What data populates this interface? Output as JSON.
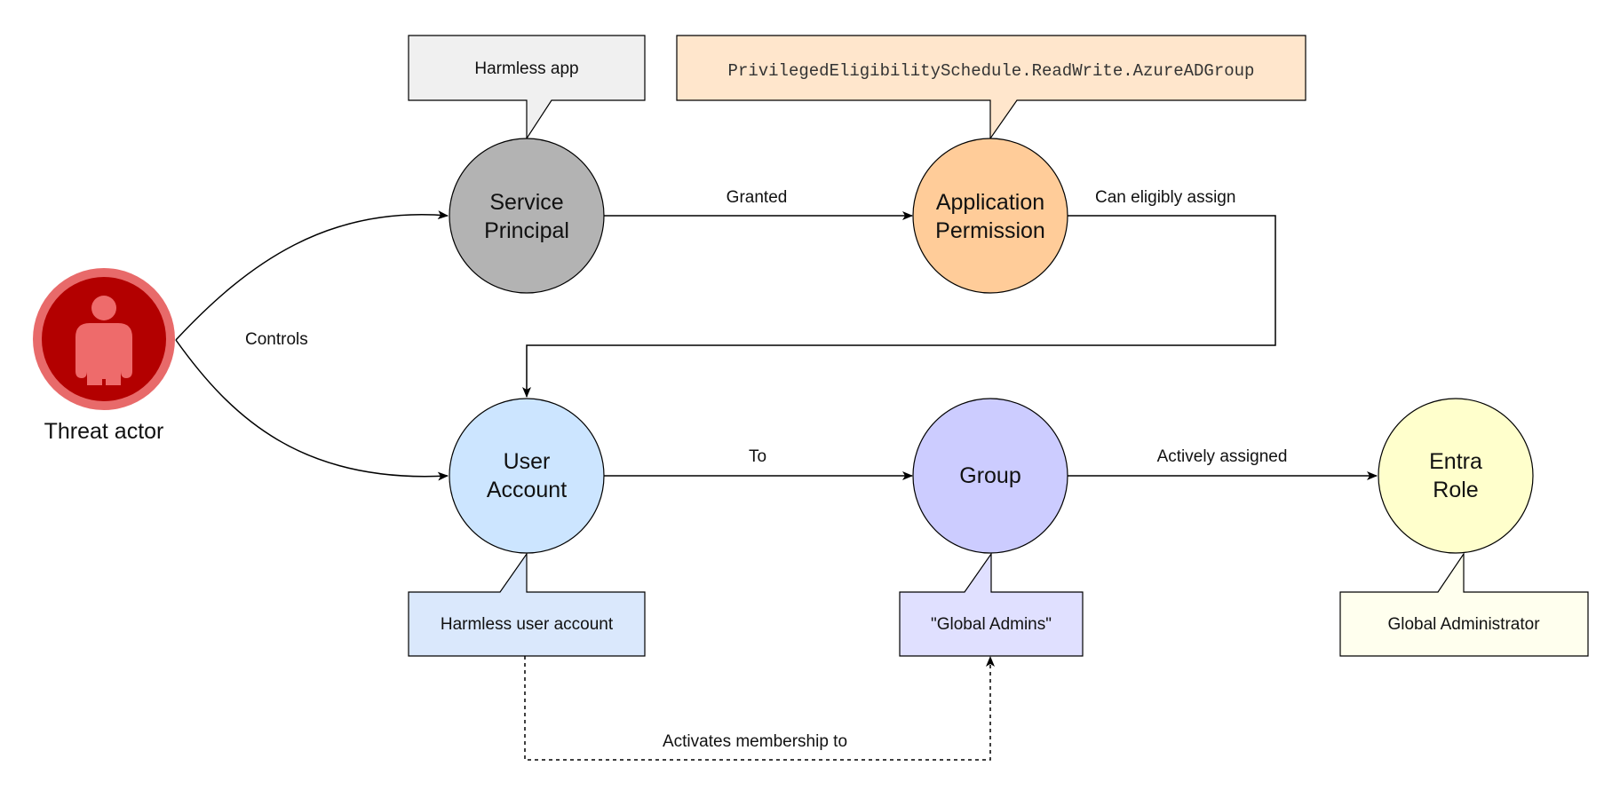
{
  "nodes": {
    "threat_actor": {
      "label": "Threat actor",
      "color": "#b30000",
      "ring": "#e86a6a",
      "figure": "#ee6b6b",
      "icon": "person-icon"
    },
    "service_principal": {
      "line1": "Service",
      "line2": "Principal",
      "color": "#b3b3b3"
    },
    "application_permission": {
      "line1": "Application",
      "line2": "Permission",
      "color": "#ffcc99"
    },
    "user_account": {
      "line1": "User",
      "line2": "Account",
      "color": "#cce5ff"
    },
    "group": {
      "label": "Group",
      "color": "#ccccff"
    },
    "entra_role": {
      "line1": "Entra",
      "line2": "Role",
      "color": "#ffffcc"
    }
  },
  "callouts": {
    "service_principal": {
      "text": "Harmless app",
      "color": "#f0f0f0"
    },
    "application_permission": {
      "text": "PrivilegedEligibilitySchedule.ReadWrite.AzureADGroup",
      "color": "#ffe6cc"
    },
    "user_account": {
      "text": "Harmless user account",
      "color": "#dae8fc"
    },
    "group": {
      "text": "\"Global Admins\"",
      "color": "#e0e0ff"
    },
    "entra_role": {
      "text": "Global Administrator",
      "color": "#ffffee"
    }
  },
  "edges": {
    "controls": "Controls",
    "granted": "Granted",
    "can_eligibly_assign": "Can eligibly assign",
    "to": "To",
    "actively_assigned": "Actively assigned",
    "activates_membership": "Activates membership to"
  }
}
